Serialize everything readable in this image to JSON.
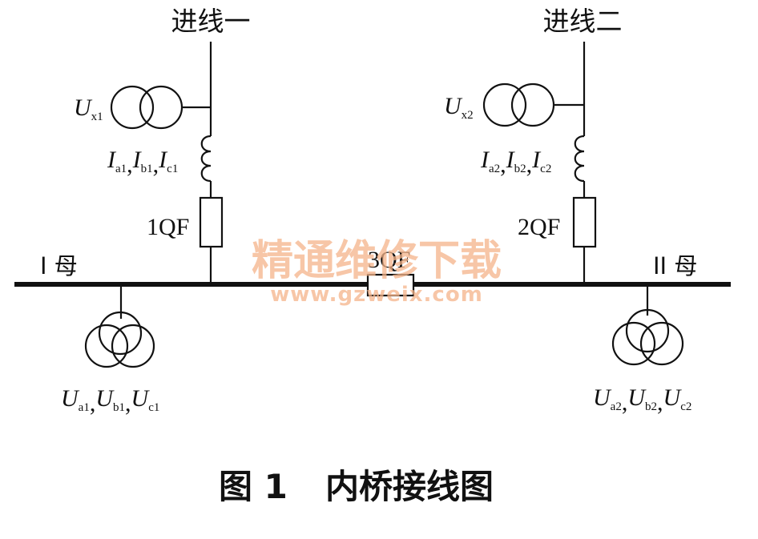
{
  "labels": {
    "incoming1": "进线一",
    "incoming2": "进线二",
    "bus1": "I 母",
    "bus2": "II 母",
    "breaker1": "1QF",
    "breaker2": "2QF",
    "breaker3": "3QF"
  },
  "pt_line1": {
    "base": "U",
    "sub": "x1"
  },
  "pt_line2": {
    "base": "U",
    "sub": "x2"
  },
  "ct_line1": [
    {
      "base": "I",
      "sub": "a1",
      "sep": ","
    },
    {
      "base": "I",
      "sub": "b1",
      "sep": ","
    },
    {
      "base": "I",
      "sub": "c1",
      "sep": ""
    }
  ],
  "ct_line2": [
    {
      "base": "I",
      "sub": "a2",
      "sep": ","
    },
    {
      "base": "I",
      "sub": "b2",
      "sep": ","
    },
    {
      "base": "I",
      "sub": "c2",
      "sep": ""
    }
  ],
  "pt_bus1": [
    {
      "base": "U",
      "sub": "a1",
      "sep": ","
    },
    {
      "base": "U",
      "sub": "b1",
      "sep": ","
    },
    {
      "base": "U",
      "sub": "c1",
      "sep": ""
    }
  ],
  "pt_bus2": [
    {
      "base": "U",
      "sub": "a2",
      "sep": ","
    },
    {
      "base": "U",
      "sub": "b2",
      "sep": ","
    },
    {
      "base": "U",
      "sub": "c2",
      "sep": ""
    }
  ],
  "watermark": {
    "line1": "精通维修下载",
    "line2": "www.gzweix.com"
  },
  "caption": {
    "number": "图 1",
    "title": "内桥接线图"
  }
}
